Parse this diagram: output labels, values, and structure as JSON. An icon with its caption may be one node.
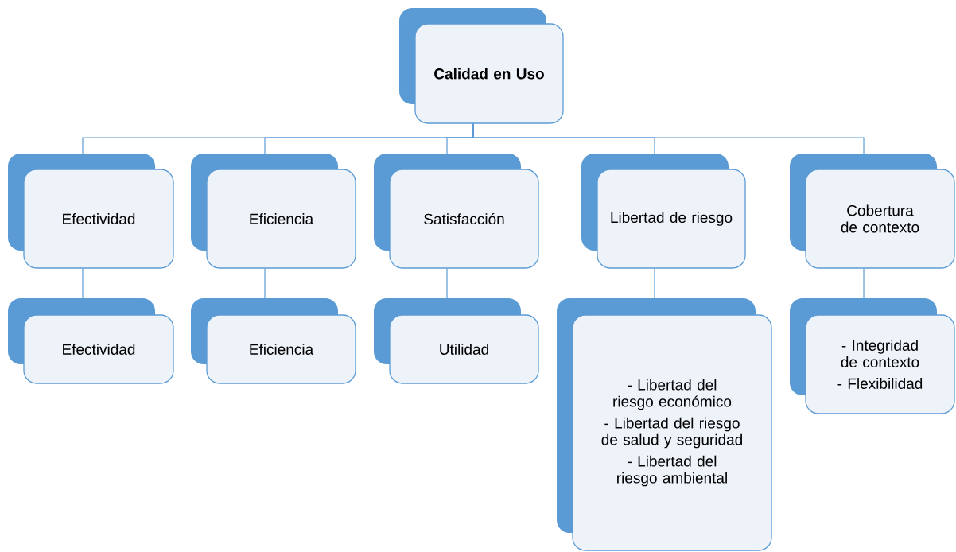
{
  "diagram": {
    "nodes": [
      {
        "text": [
          "**Calidad en Uso**"
        ]
      },
      {
        "text": [
          "Efectividad"
        ]
      },
      {
        "text": [
          "Eficiencia"
        ]
      },
      {
        "text": [
          "Satisfacción"
        ]
      },
      {
        "text": [
          "Libertad de riesgo"
        ]
      },
      {
        "text": [
          "Cobertura de contexto"
        ]
      },
      {
        "text": [
          "Efectividad"
        ]
      },
      {
        "text": [
          "Eficiencia"
        ]
      },
      {
        "text": [
          "Utilidad"
        ]
      },
      {
        "text": [
          "- Libertad del riesgo económico",
          "- Libertad del riesgo de salud y seguridad",
          "- Libertad del riesgo ambiental"
        ]
      },
      {
        "text": [
          "- Integridad de contexto",
          "- Flexibilidad"
        ]
      }
    ],
    "edges": [
      {
        "from": 0,
        "to": 1,
        "arrow": "none"
      },
      {
        "from": 0,
        "to": 2,
        "arrow": "none"
      },
      {
        "from": 0,
        "to": 3,
        "arrow": "none"
      },
      {
        "from": 0,
        "to": 4,
        "arrow": "none"
      },
      {
        "from": 0,
        "to": 5,
        "arrow": "none"
      },
      {
        "from": 1,
        "to": 6,
        "arrow": "none"
      },
      {
        "from": 2,
        "to": 7,
        "arrow": "none"
      },
      {
        "from": 3,
        "to": 8,
        "arrow": "none"
      },
      {
        "from": 4,
        "to": 9,
        "arrow": "none"
      },
      {
        "from": 5,
        "to": 10,
        "arrow": "none"
      }
    ]
  }
}
